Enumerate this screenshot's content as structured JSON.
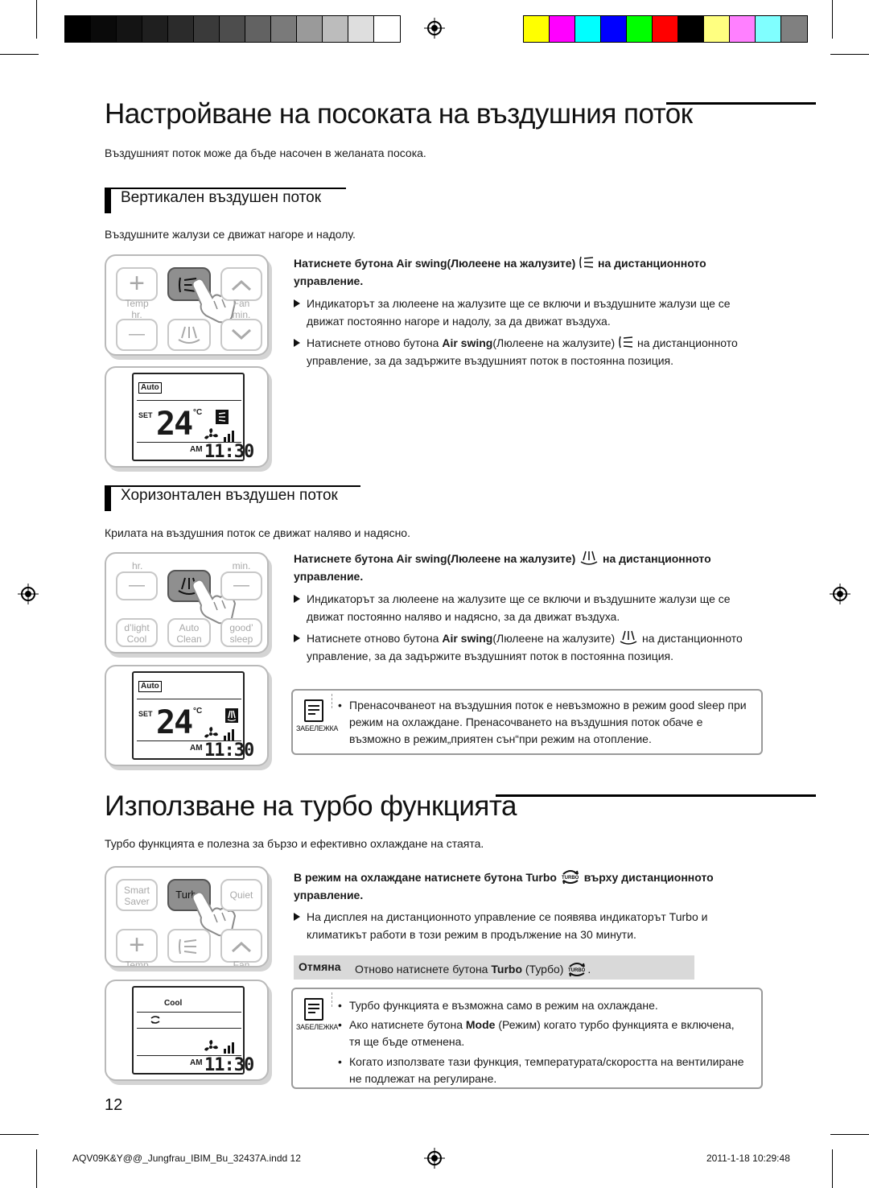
{
  "print_marks": {
    "grayscale": [
      "#000000",
      "#0a0a0a",
      "#141414",
      "#1f1f1f",
      "#2b2b2b",
      "#3a3a3a",
      "#4d4d4d",
      "#626262",
      "#7a7a7a",
      "#9a9a9a",
      "#bcbcbc",
      "#dedede",
      "#ffffff"
    ],
    "colors": [
      "#ffff00",
      "#ff00ff",
      "#00ffff",
      "#0000ff",
      "#00ff00",
      "#ff0000",
      "#000000",
      "#ffff80",
      "#ff80ff",
      "#80ffff",
      "#808080"
    ]
  },
  "section1": {
    "title": "Настройване на посоката на въздушния поток",
    "intro": "Въздушният поток може да бъде насочен в желаната посока.",
    "vertical": {
      "heading": "Вертикален въздушен поток",
      "intro": "Въздушните жалузи се движат нагоре и надолу.",
      "instr_a": "Натиснете бутона ",
      "instr_b": "Air swing",
      "instr_c": "(Люлеене на жалузите)",
      "instr_d": " на дистанционното",
      "instr_e": "управление.",
      "bullet1": "Индикаторът за люлеене на жалузите ще се включи и въздушните жалузи ще се движат постоянно нагоре и надолу, за да движат въздуха.",
      "bullet2_a": "Натиснете отново бутона ",
      "bullet2_b": "Air swing",
      "bullet2_c": "(Люлеене на жалузите)",
      "bullet2_d": " на дистанционното управление, за да задържите въздушният поток в постоянна позиция."
    },
    "horizontal": {
      "heading": "Хоризонтален въздушен поток",
      "intro": "Крилата на въздушния поток се движат наляво и надясно.",
      "instr_a": "Натиснете бутона ",
      "instr_b": "Air swing",
      "instr_c": "(Люлеене на жалузите)",
      "instr_d": " на дистанционното",
      "instr_e": "управление.",
      "bullet1": "Индикаторът за люлеене на жалузите ще се включи и въздушните жалузи ще се движат постоянно наляво и надясно, за да движат въздуха.",
      "bullet2_a": "Натиснете отново бутона ",
      "bullet2_b": "Air swing",
      "bullet2_c": "(Люлеене на жалузите)",
      "bullet2_d": " на дистанционното управление, за да задържите въздушният поток в постоянна позиция.",
      "note_label": "ЗАБЕЛЕЖКА",
      "note": "Пренасочванеот на въздушния поток е невъзможно в режим good sleep при режим на охлаждане. Пренасочването на въздушния поток обаче е възможно в режим„приятен сън“при режим на отопление."
    }
  },
  "section2": {
    "title": "Използване на турбо функцията",
    "intro": "Турбо функцията е полезна за бързо и ефективно охлаждане на стаята.",
    "instr_a": "В режим на охлаждане натиснете бутона ",
    "instr_b": "Turbo",
    "instr_c": " върху дистанционното",
    "instr_d": "управление.",
    "bullet1": "На дисплея на дистанционното управление се появява индикаторът Turbo и климатикът работи в този режим в продължение на 30 минути.",
    "cancel_label": "Отмяна",
    "cancel_a": "Отново натиснете бутона ",
    "cancel_b": "Turbo",
    "cancel_c": " (Турбо)",
    "cancel_d": ".",
    "note_label": "ЗАБЕЛЕЖКА",
    "note1": "Турбо функцията е възможна само в режим на охлаждане.",
    "note2_a": "Ако натиснете бутона ",
    "note2_b": "Mode",
    "note2_c": " (Режим) когато турбо функцията е включена, тя ще бъде отменена.",
    "note3": "Когато използвате тази функция, температурата/скоростта на вентилиране не подлежат на регулиране."
  },
  "remote": {
    "plus": "+",
    "minus": "—",
    "temp": "Temp",
    "hr": "hr.",
    "fan": "Fan",
    "min": "min.",
    "dlight": "d’light",
    "cool_btn": "Cool",
    "auto": "Auto",
    "clean": "Clean",
    "good": "good’",
    "sleep": "sleep",
    "smart": "Smart",
    "saver": "Saver",
    "turbo": "Turbo",
    "quiet": "Quiet",
    "temp_cut": "Temp",
    "fan_cut": "Fan"
  },
  "lcd": {
    "mode_auto": "Auto",
    "mode_cool": "Cool",
    "set": "SET",
    "temp": "24",
    "deg": "°C",
    "am": "AM",
    "time": "11:30"
  },
  "page_number": "12",
  "footer": {
    "file": "AQV09K&Y@@_Jungfrau_IBIM_Bu_32437A.indd   12",
    "date": "2011-1-18   10:29:48"
  }
}
